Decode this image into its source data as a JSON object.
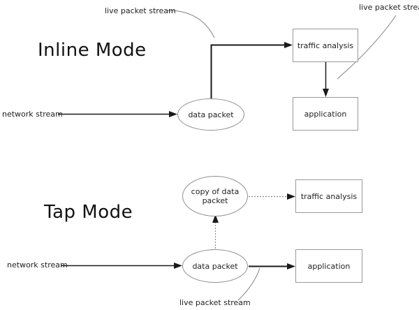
{
  "inline": {
    "title": "Inline Mode",
    "annotation_top": "live packet stream",
    "annotation_right": "live packet stream",
    "network_stream": "network stream",
    "nodes": {
      "data_packet": "data packet",
      "traffic_analysis": "traffic analysis",
      "application": "application"
    }
  },
  "tap": {
    "title": "Tap Mode",
    "annotation_bottom": "live packet stream",
    "network_stream": "network stream",
    "nodes": {
      "copy_of_data_packet": "copy of data packet",
      "data_packet": "data packet",
      "traffic_analysis": "traffic analysis",
      "application": "application"
    }
  },
  "colors": {
    "background": "#ffffff",
    "text": "#1f1f1f",
    "shape_border": "#999999",
    "flow_arrow": "#1a1a1a",
    "annotation_line": "#808080"
  }
}
